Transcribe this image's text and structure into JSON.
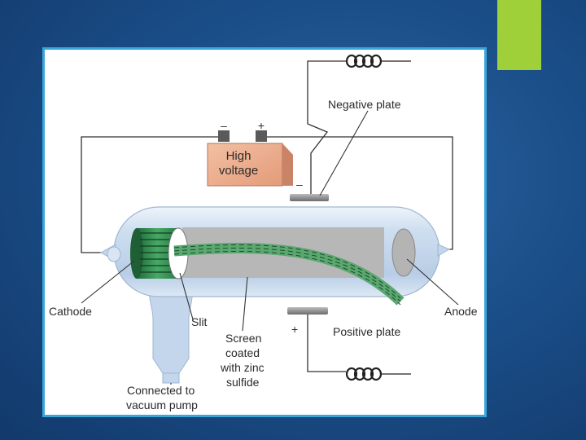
{
  "slide": {
    "accent_color": "#9fd03a",
    "frame_border_color": "#3aa6d8"
  },
  "diagram": {
    "battery": {
      "minus_sign": "–",
      "plus_sign": "+",
      "label_line1": "High",
      "label_line2": "voltage"
    },
    "labels": {
      "negative_plate": "Negative plate",
      "negative_sign": "–",
      "positive_plate": "Positive plate",
      "positive_sign": "+",
      "cathode": "Cathode",
      "anode": "Anode",
      "slit": "Slit",
      "screen_line1": "Screen",
      "screen_line2": "coated",
      "screen_line3": "with zinc",
      "screen_line4": "sulfide",
      "vacuum_line1": "Connected to",
      "vacuum_line2": "vacuum pump"
    }
  }
}
